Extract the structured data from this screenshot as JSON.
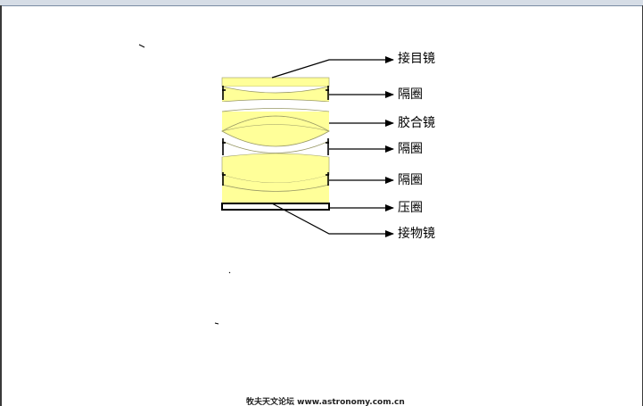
{
  "labels": {
    "eyepiece_adapter": "接目镜",
    "spacer_1": "隔圈",
    "cemented_lens": "胶合镜",
    "spacer_2": "隔圈",
    "spacer_3": "隔圈",
    "retaining_ring": "压圈",
    "objective_adapter": "接物镜"
  },
  "watermark": "牧夫天文论坛 www.astronomy.com.cn",
  "colors": {
    "lens_fill": "#ffff99",
    "background": "#ffffff",
    "line": "#000000"
  }
}
